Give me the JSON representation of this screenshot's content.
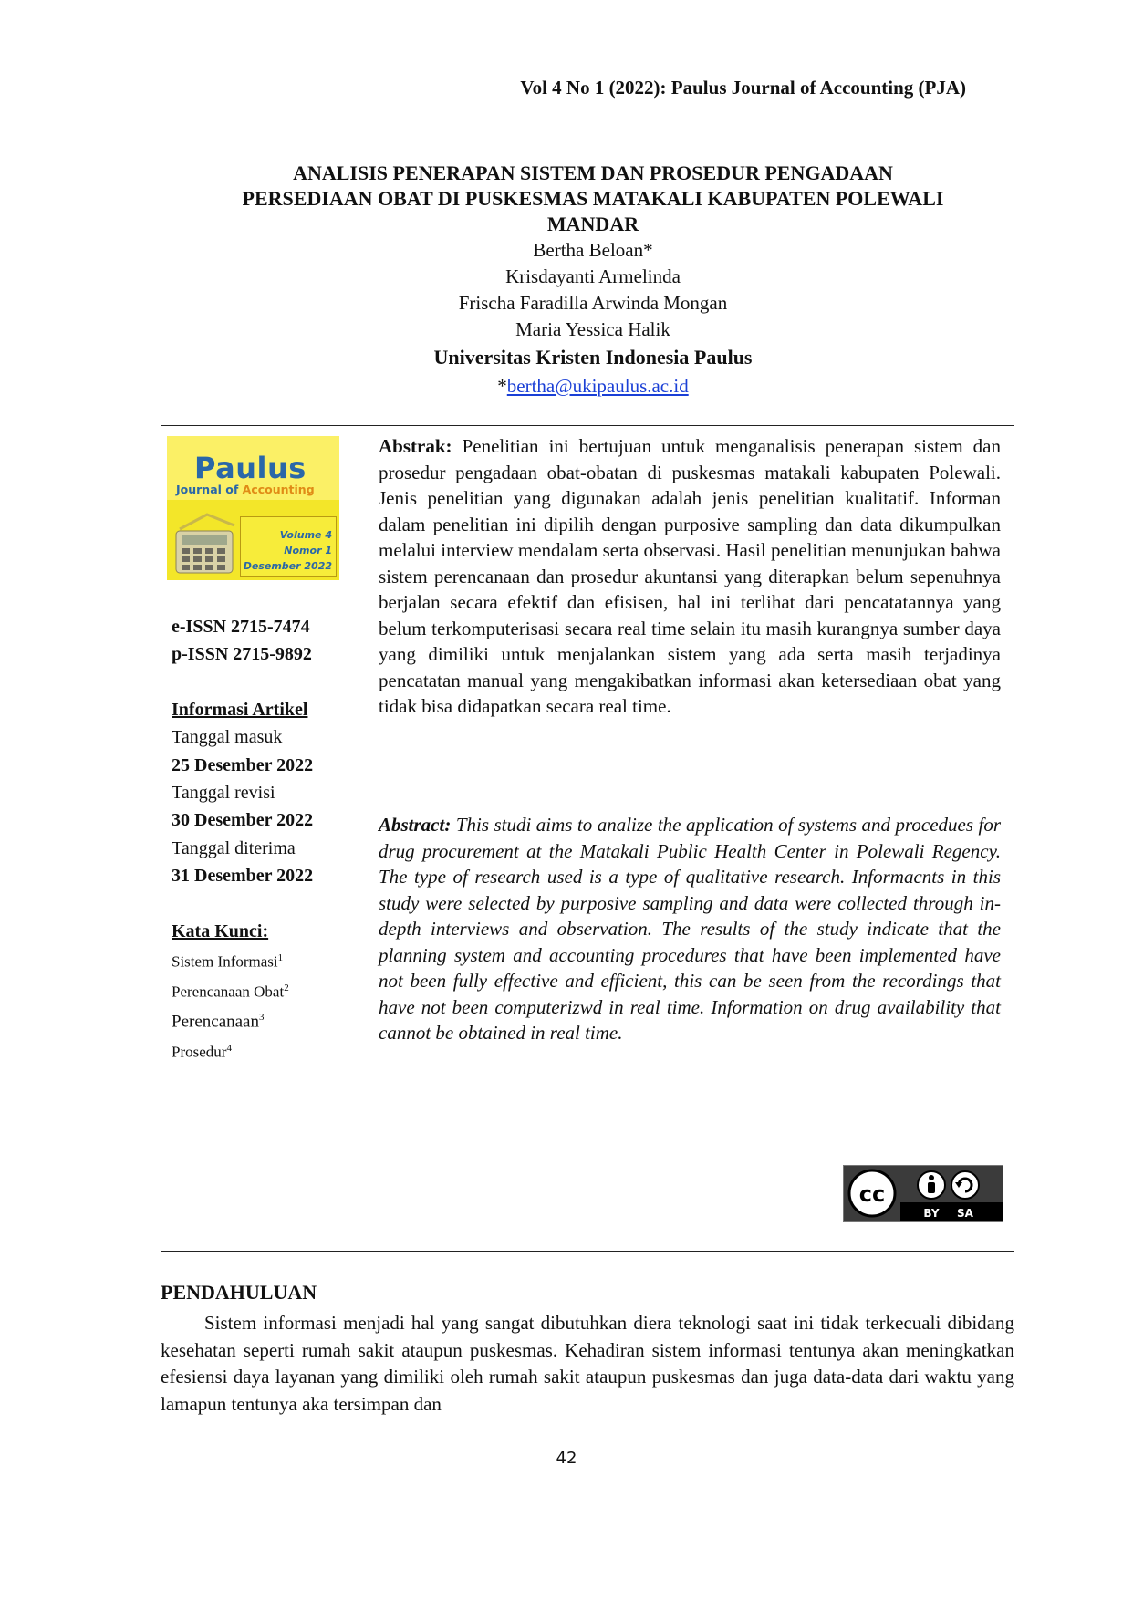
{
  "header": {
    "running_head": "Vol 4 No 1 (2022): Paulus Journal of Accounting (PJA)"
  },
  "article": {
    "title_lines": [
      "ANALISIS PENERAPAN SISTEM DAN PROSEDUR PENGADAAN",
      "PERSEDIAAN OBAT DI PUSKESMAS MATAKALI KABUPATEN POLEWALI",
      "MANDAR"
    ],
    "authors": [
      "Bertha Beloan*",
      "Krisdayanti Armelinda",
      "Frischa Faradilla Arwinda Mongan",
      "Maria Yessica Halik"
    ],
    "affiliation": "Universitas Kristen Indonesia Paulus",
    "email_prefix": "*",
    "email": "bertha@ukipaulus.ac.id"
  },
  "cover": {
    "brand": "Paulus",
    "subtitle_a": "Journal of ",
    "subtitle_b": "Accounting",
    "volume": "Volume 4",
    "number": "Nomor 1",
    "date": "Desember 2022"
  },
  "sidebar": {
    "eissn": "e-ISSN 2715-7474",
    "pissn": "p-ISSN 2715-9892",
    "info_heading": "Informasi Artikel",
    "received_label": "Tanggal masuk",
    "received_date": "25 Desember 2022",
    "revised_label": "Tanggal revisi",
    "revised_date": "30 Desember 2022",
    "accepted_label": "Tanggal diterima",
    "accepted_date": "31 Desember 2022",
    "keywords_heading": "Kata Kunci:",
    "keywords": [
      {
        "text": "Sistem Informasi",
        "sup": "1"
      },
      {
        "text": "Perencanaan Obat",
        "sup": "2"
      },
      {
        "text": "Perencanaan",
        "sup": "3"
      },
      {
        "text": "Prosedur",
        "sup": "4"
      }
    ]
  },
  "abstract_id": {
    "label": "Abstrak:",
    "text": "Penelitian ini bertujuan untuk menganalisis penerapan sistem dan prosedur pengadaan obat-obatan di puskesmas matakali kabupaten Polewali. Jenis penelitian yang digunakan adalah jenis penelitian kualitatif. Informan dalam penelitian ini dipilih dengan purposive sampling dan data dikumpulkan melalui interview mendalam serta observasi. Hasil penelitian menunjukan bahwa sistem perencanaan dan prosedur akuntansi yang diterapkan belum sepenuhnya berjalan secara efektif dan efisisen, hal ini terlihat dari pencatatannya yang belum terkomputerisasi secara real time selain itu masih kurangnya sumber daya yang dimiliki untuk menjalankan sistem yang ada serta masih terjadinya pencatatan manual yang mengakibatkan informasi akan ketersediaan obat yang tidak bisa didapatkan secara real time."
  },
  "abstract_en": {
    "label": "Abstract:",
    "text": "This studi aims to analize the application of systems and procedues for drug procurement at the Matakali Public Health Center in Polewali Regency. The type of research used is a type of qualitative research. Informacnts in this study were selected by purposive sampling and data were collected through in-depth interviews and observation. The results of the study indicate that the planning system and accounting procedures that have been implemented have not been fully effective and efficient, this can be seen from the recordings that have not been computerizwd in real time. Information on drug availability that cannot be obtained in real time."
  },
  "license": {
    "by": "BY",
    "sa": "SA"
  },
  "intro": {
    "heading": "PENDAHULUAN",
    "paragraph": "Sistem informasi menjadi hal yang sangat dibutuhkan diera teknologi saat ini tidak terkecuali dibidang kesehatan seperti rumah sakit ataupun puskesmas. Kehadiran sistem informasi tentunya akan meningkatkan efesiensi daya layanan yang dimiliki oleh rumah sakit ataupun puskesmas dan juga data-data dari waktu yang lamapun tentunya aka tersimpan dan"
  },
  "footer": {
    "page_number": "42"
  }
}
